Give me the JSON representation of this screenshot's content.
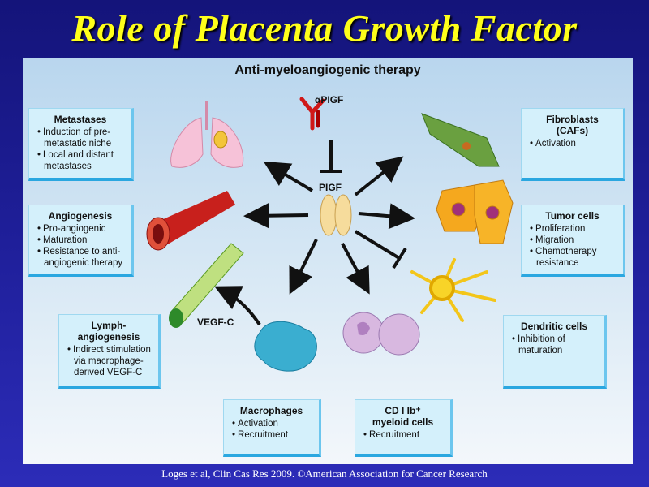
{
  "title": "Role of Placenta Growth Factor",
  "panel_title": "Anti-myeloangiogenic therapy",
  "center_label": "PIGF",
  "antibody_label": "αPIGF",
  "vegfc_label": "VEGF-C",
  "boxes": {
    "metastases": {
      "title": "Metastases",
      "items": [
        "Induction of pre-metastatic niche",
        "Local and distant metastases"
      ]
    },
    "angiogenesis": {
      "title": "Angiogenesis",
      "items": [
        "Pro-angiogenic",
        "Maturation",
        "Resistance to anti-angiogenic therapy"
      ]
    },
    "lymph": {
      "title": "Lymph-angiogenesis",
      "items": [
        "Indirect stimulation via macrophage-derived VEGF-C"
      ]
    },
    "macrophages": {
      "title": "Macrophages",
      "items": [
        "Activation",
        "Recruitment"
      ]
    },
    "myeloid": {
      "title": "CD I Ib⁺ myeloid cells",
      "items": [
        "Recruitment"
      ]
    },
    "dendritic": {
      "title": "Dendritic cells",
      "items": [
        "Inhibition of maturation"
      ]
    },
    "tumor": {
      "title": "Tumor cells",
      "items": [
        "Proliferation",
        "Migration",
        "Chemotherapy resistance"
      ]
    },
    "fibroblasts": {
      "title": "Fibroblasts (CAFs)",
      "items": [
        "Activation"
      ]
    }
  },
  "citation": "Loges et al, Clin Cas Res 2009. ©American Association for Cancer Research"
}
